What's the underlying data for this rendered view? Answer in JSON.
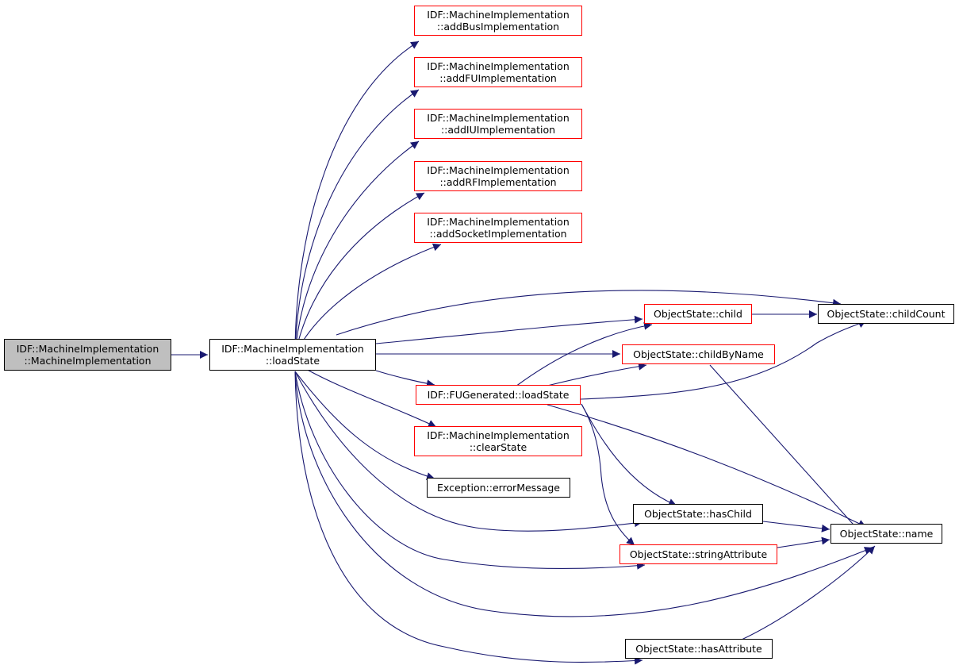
{
  "nodes": {
    "ctor": {
      "line1": "IDF::MachineImplementation",
      "line2": "::MachineImplementation"
    },
    "loadState": {
      "line1": "IDF::MachineImplementation",
      "line2": "::loadState"
    },
    "addBus": {
      "line1": "IDF::MachineImplementation",
      "line2": "::addBusImplementation"
    },
    "addFU": {
      "line1": "IDF::MachineImplementation",
      "line2": "::addFUImplementation"
    },
    "addIU": {
      "line1": "IDF::MachineImplementation",
      "line2": "::addIUImplementation"
    },
    "addRF": {
      "line1": "IDF::MachineImplementation",
      "line2": "::addRFImplementation"
    },
    "addSocket": {
      "line1": "IDF::MachineImplementation",
      "line2": "::addSocketImplementation"
    },
    "child": {
      "line1": "ObjectState::child"
    },
    "childCount": {
      "line1": "ObjectState::childCount"
    },
    "childByName": {
      "line1": "ObjectState::childByName"
    },
    "fuLoadState": {
      "line1": "IDF::FUGenerated::loadState"
    },
    "clearState": {
      "line1": "IDF::MachineImplementation",
      "line2": "::clearState"
    },
    "errorMessage": {
      "line1": "Exception::errorMessage"
    },
    "hasChild": {
      "line1": "ObjectState::hasChild"
    },
    "name": {
      "line1": "ObjectState::name"
    },
    "stringAttribute": {
      "line1": "ObjectState::stringAttribute"
    },
    "hasAttribute": {
      "line1": "ObjectState::hasAttribute"
    }
  },
  "colors": {
    "edge": "#191970",
    "root_fill": "#bfbfbf",
    "incomplete_border": "#ff0000",
    "complete_border": "#000000"
  }
}
